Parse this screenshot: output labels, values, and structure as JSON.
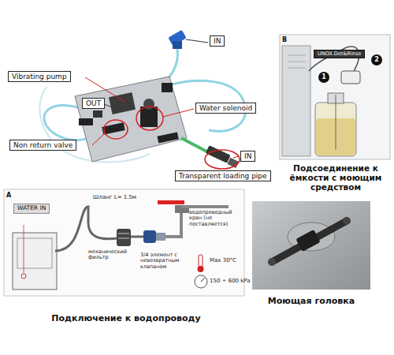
{
  "diagram": {
    "nodes": [
      {
        "text": [
          "IN"
        ]
      },
      {
        "text": [
          "Vibrating pump"
        ]
      },
      {
        "text": [
          "OUT"
        ]
      },
      {
        "text": [
          "Water solenoid"
        ]
      },
      {
        "text": [
          "Non return valve"
        ]
      },
      {
        "text": [
          "Transparent loading pipe"
        ]
      },
      {
        "text": [
          "IN"
        ]
      },
      {
        "text": [
          "UNOX.Det&Rinse"
        ]
      },
      {
        "text": [
          "WATER IN"
        ]
      }
    ],
    "labels": [
      "B",
      "1",
      "2",
      "Подсоединение к ёмкости с моющим средством",
      "A",
      "Шланг L= 1.5м",
      "водопроводный кран (не поставляется)",
      "механический фильтр",
      "3/4 элемент с невозвратным клапаном",
      "Max 30°C",
      "150 ÷ 600 kPa",
      "Подключение к водопроводу",
      "Моющая головка"
    ]
  }
}
